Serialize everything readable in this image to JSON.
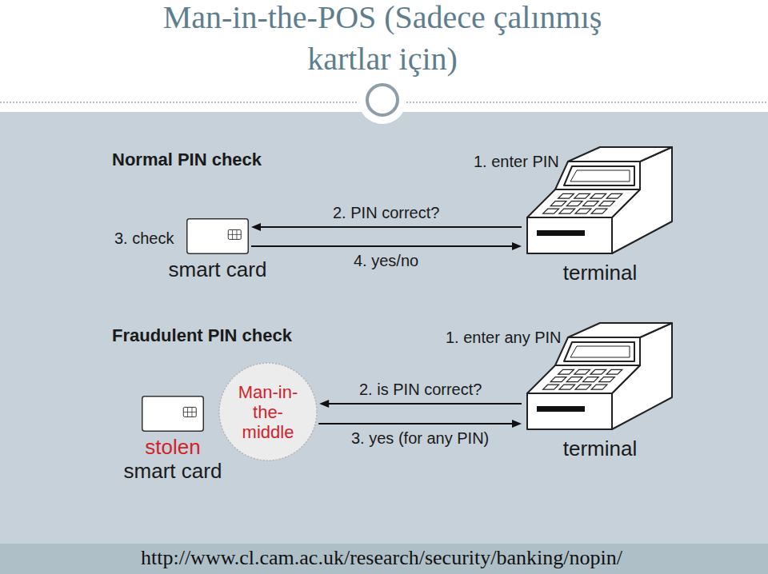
{
  "diagram": {
    "title": "Man-in-the-POS (Sadece çalınmış kartlar için)",
    "caption": "http://www.cl.cam.ac.uk/research/security/banking/nopin/",
    "nodes": [
      {
        "text": [
          "smart card"
        ]
      },
      {
        "text": [
          "terminal"
        ]
      },
      {
        "text": [
          "stolen",
          "smart card"
        ]
      },
      {
        "text": [
          "Man-in- the- middle"
        ]
      },
      {
        "text": [
          "terminal"
        ]
      }
    ],
    "edges": [
      {
        "from": 1,
        "to": 0,
        "arrow": "to",
        "label": "2. PIN correct?"
      },
      {
        "from": 0,
        "to": 1,
        "arrow": "to",
        "label": "4. yes/no"
      },
      {
        "from": 4,
        "to": 3,
        "arrow": "to",
        "label": "2. is PIN correct?"
      },
      {
        "from": 3,
        "to": 4,
        "arrow": "to",
        "label": "3. yes (for any PIN)"
      }
    ],
    "labels": [
      "Normal PIN check",
      "3. check",
      "1. enter PIN",
      "Fraudulent PIN check",
      "1. enter any PIN"
    ]
  }
}
